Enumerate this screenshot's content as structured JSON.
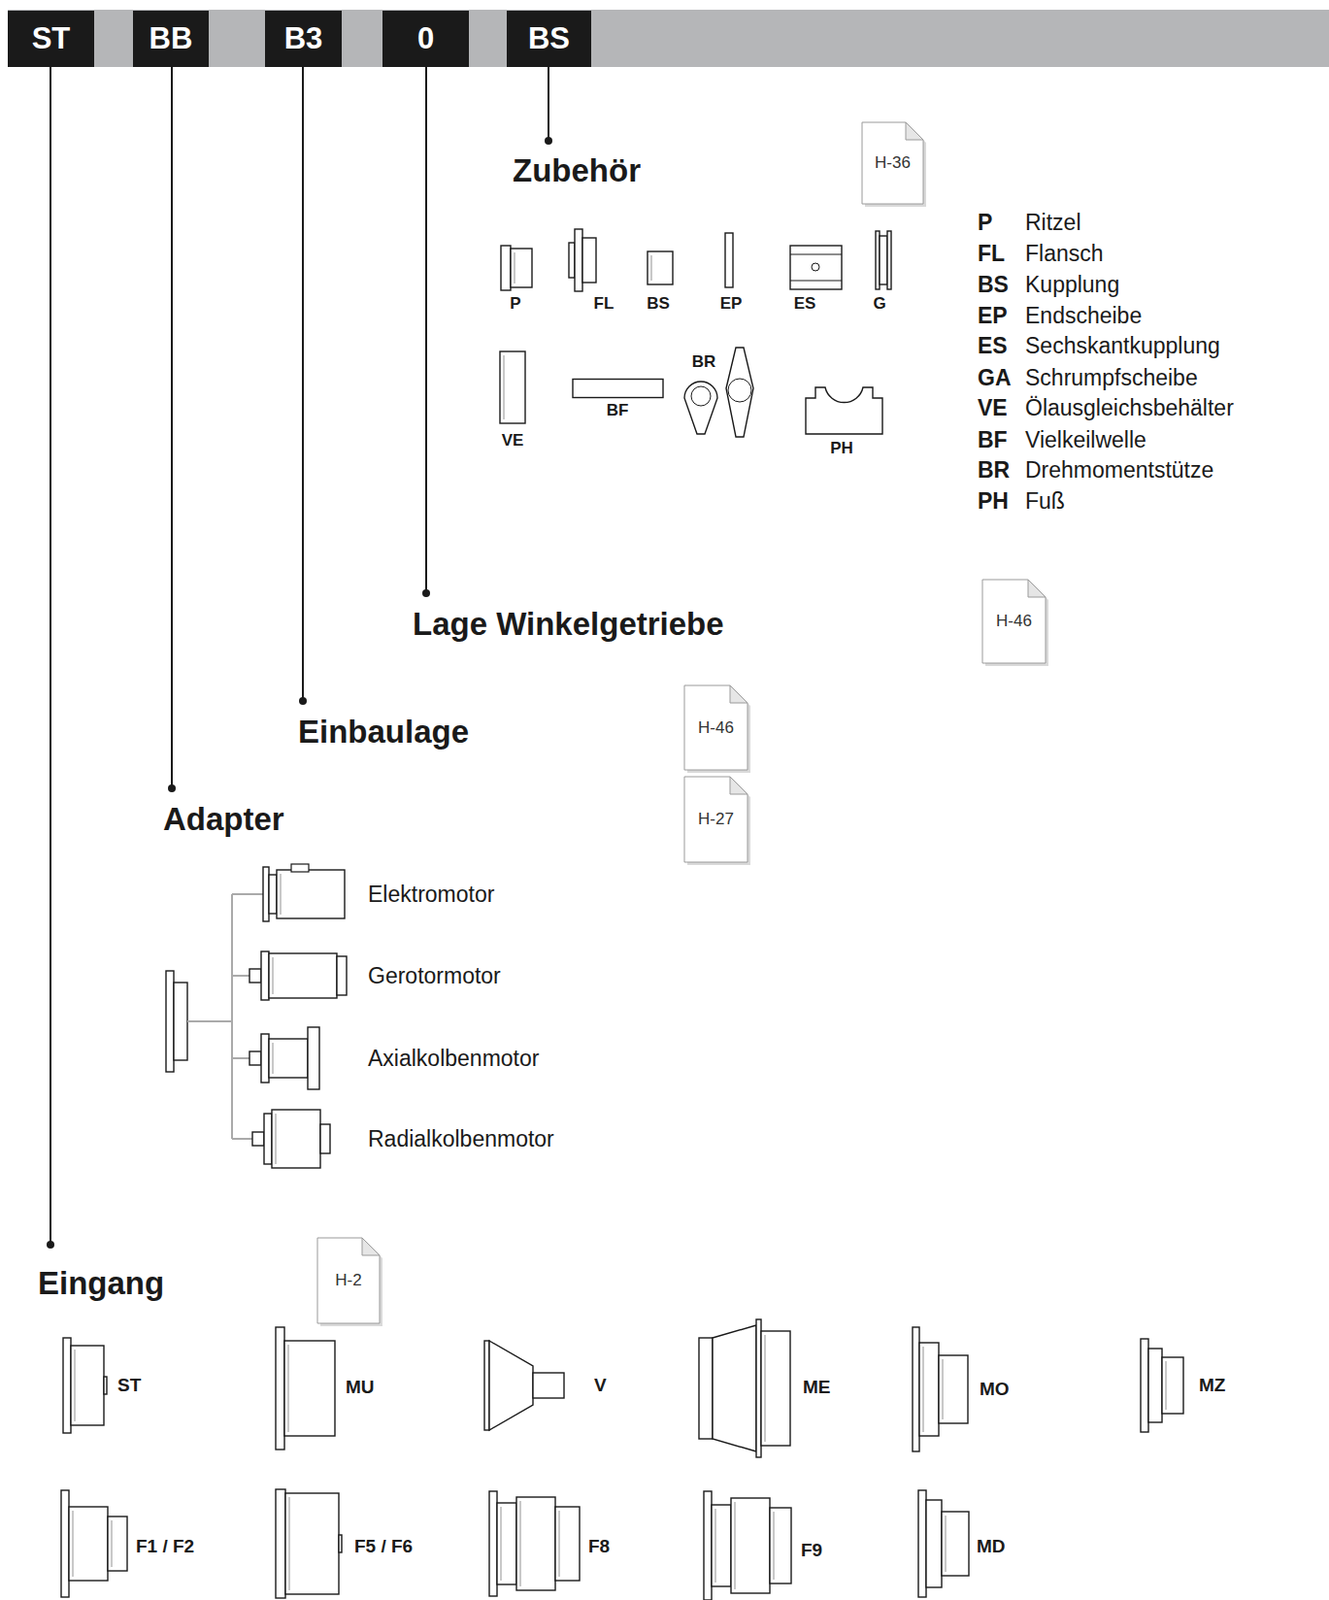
{
  "diagram": {
    "nodes": [
      {
        "text": [
          "ST"
        ]
      },
      {
        "text": [
          "BB"
        ]
      },
      {
        "text": [
          "B3"
        ]
      },
      {
        "text": [
          "0"
        ]
      },
      {
        "text": [
          "BS"
        ]
      },
      {
        "text": [
          "H-36"
        ]
      },
      {
        "text": [
          "H-46"
        ]
      },
      {
        "text": [
          "H-46"
        ]
      },
      {
        "text": [
          "H-27"
        ]
      },
      {
        "text": [
          "H-2"
        ]
      }
    ],
    "labels": [
      "Zubehör",
      "Lage Winkelgetriebe",
      "Einbaulage",
      "Adapter",
      "Eingang",
      "P",
      "FL",
      "BS",
      "EP",
      "ES",
      "G",
      "VE",
      "BF",
      "BR",
      "PH",
      "P",
      "Ritzel",
      "FL",
      "Flansch",
      "BS",
      "Kupplung",
      "EP",
      "Endscheibe",
      "ES",
      "Sechskantkupplung",
      "GA",
      "Schrumpfscheibe",
      "VE",
      "Ölausgleichsbehälter",
      "BF",
      "Vielkeilwelle",
      "BR",
      "Drehmomentstütze",
      "PH",
      "Fuß",
      "Elektromotor",
      "Gerotormotor",
      "Axialkolbenmotor",
      "Radialkolbenmotor",
      "ST",
      "MU",
      "V",
      "ME",
      "MO",
      "MZ",
      "F1 / F2",
      "F5 / F6",
      "F8",
      "F9",
      "MD"
    ]
  }
}
